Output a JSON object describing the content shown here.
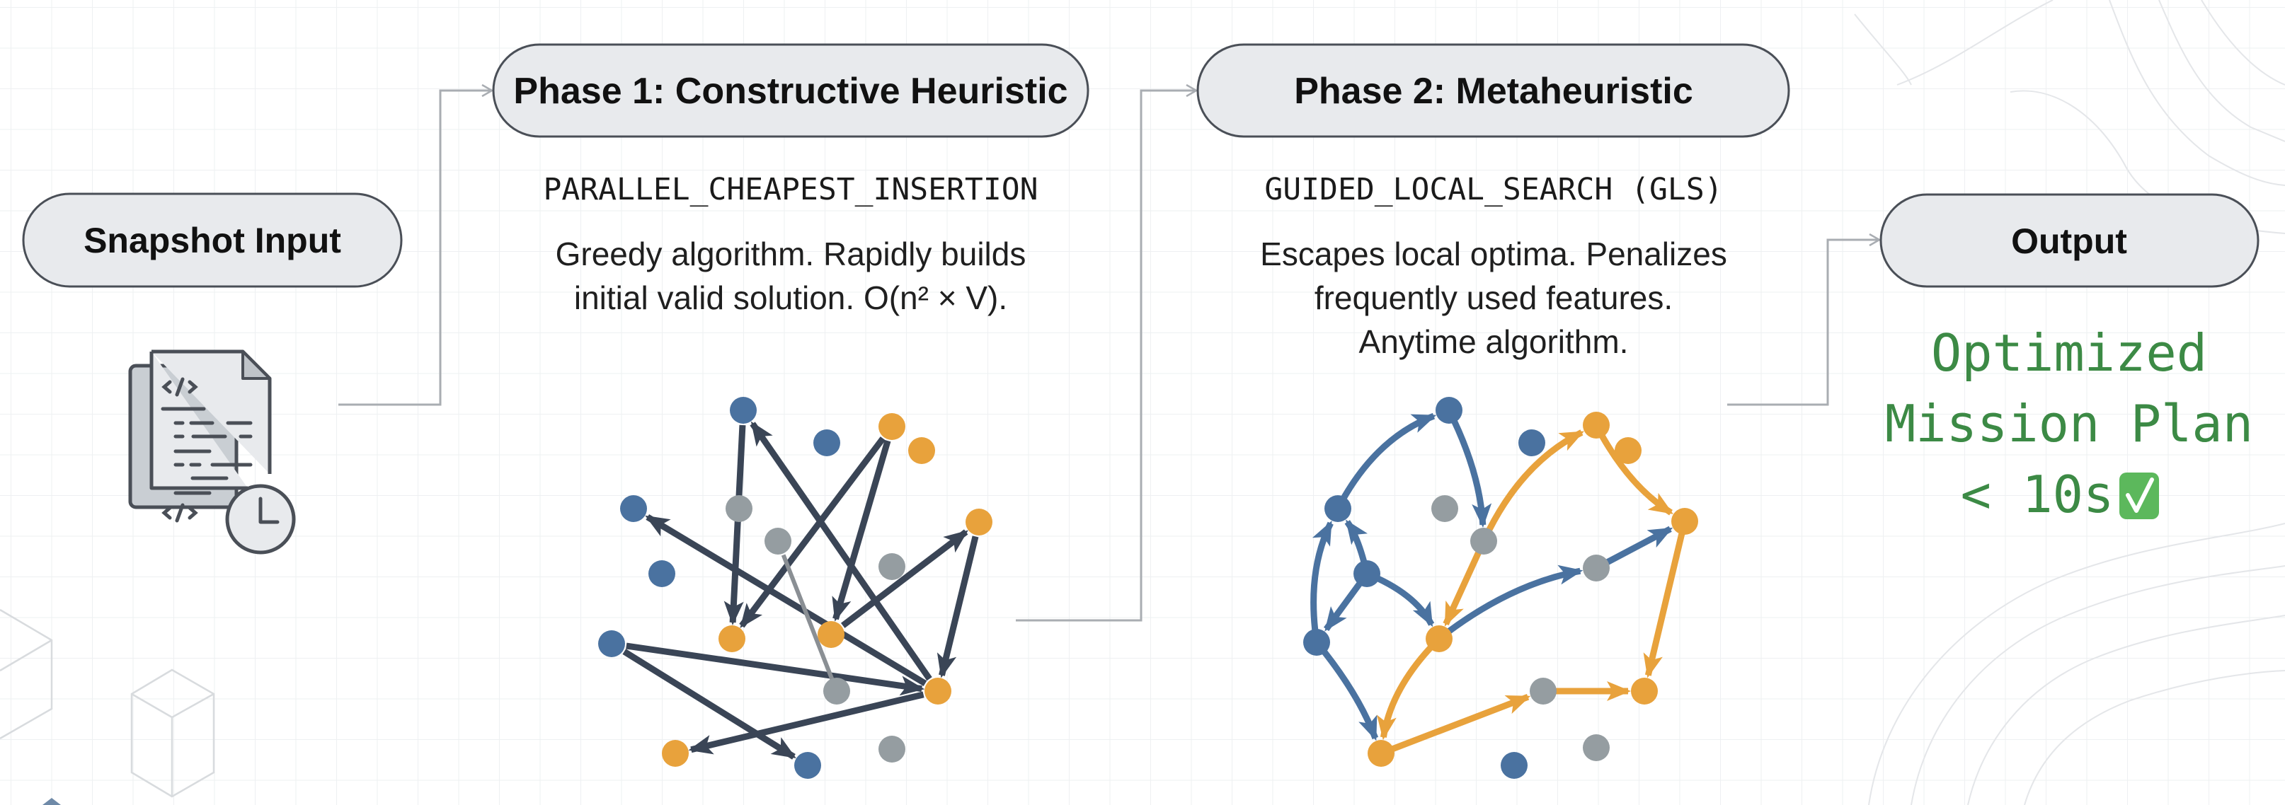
{
  "diagram": {
    "stages": [
      {
        "id": "snapshot",
        "label": "Snapshot Input",
        "icon": "document-code-clock-icon"
      },
      {
        "id": "phase1",
        "label": "Phase 1: Constructive Heuristic",
        "method": "PARALLEL_CHEAPEST_INSERTION",
        "description": [
          "Greedy algorithm. Rapidly builds",
          "initial valid solution. O(n² × V)."
        ]
      },
      {
        "id": "phase2",
        "label": "Phase 2: Metaheuristic",
        "method": "GUIDED_LOCAL_SEARCH (GLS)",
        "description": [
          "Escapes local optima. Penalizes",
          "frequently used features.",
          "Anytime algorithm."
        ]
      },
      {
        "id": "output",
        "label": "Output",
        "result": [
          "Optimized",
          "Mission Plan",
          "< 10s ✅"
        ]
      }
    ],
    "flow": [
      "snapshot",
      "phase1",
      "phase2",
      "output"
    ],
    "colors": {
      "pill_fill": "#e8eaed",
      "pill_stroke": "#4a4f57",
      "connector": "#a9adb2",
      "node_blue": "#4a72a0",
      "node_orange": "#e8a23c",
      "node_gray": "#959da1",
      "edge_dark": "#3a4556",
      "result_green": "#3c8a45",
      "check_green": "#5cb85c"
    },
    "phase1_graph": {
      "edge_style": "straight-dark",
      "node_types": [
        "blue",
        "orange",
        "blue",
        "orange",
        "blue",
        "gray",
        "gray",
        "orange",
        "blue",
        "gray",
        "blue",
        "orange",
        "orange",
        "orange",
        "gray",
        "orange",
        "blue",
        "gray"
      ],
      "edges": [
        [
          0,
          11
        ],
        [
          1,
          11
        ],
        [
          1,
          12
        ],
        [
          13,
          0
        ],
        [
          13,
          4
        ],
        [
          13,
          15
        ],
        [
          10,
          13
        ],
        [
          10,
          16
        ],
        [
          7,
          13
        ],
        [
          12,
          7
        ],
        [
          6,
          14
        ]
      ],
      "edges_note": "directed; index pairs into node list"
    },
    "phase2_graph": {
      "edge_style": "curved-colored",
      "node_types": [
        "blue",
        "blue",
        "orange",
        "orange",
        "blue",
        "gray",
        "gray",
        "orange",
        "blue",
        "gray",
        "blue",
        "orange",
        "orange",
        "gray",
        "orange",
        "blue",
        "gray"
      ],
      "blue_edges": [
        [
          4,
          0
        ],
        [
          0,
          6
        ],
        [
          8,
          4
        ],
        [
          8,
          10
        ],
        [
          8,
          11
        ],
        [
          10,
          4
        ],
        [
          10,
          14
        ],
        [
          11,
          9
        ],
        [
          9,
          7
        ]
      ],
      "orange_edges": [
        [
          6,
          2
        ],
        [
          2,
          7
        ],
        [
          6,
          11
        ],
        [
          11,
          14
        ],
        [
          14,
          13
        ],
        [
          13,
          12
        ],
        [
          7,
          12
        ]
      ]
    }
  }
}
